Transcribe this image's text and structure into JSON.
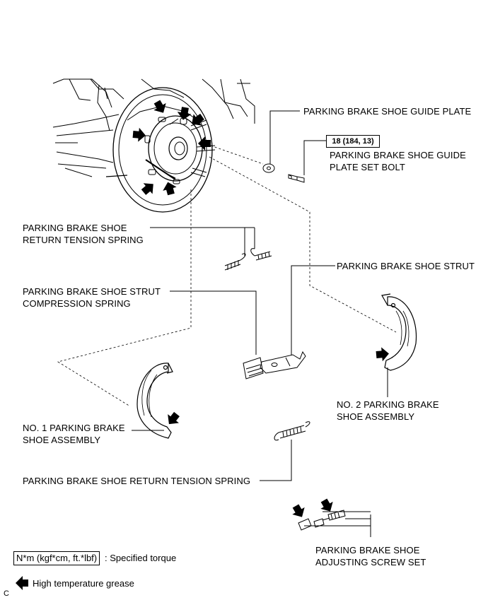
{
  "labels": {
    "guide_plate": "PARKING BRAKE SHOE GUIDE PLATE",
    "torque_value": "18 (184, 13)",
    "guide_plate_bolt_1": "PARKING BRAKE SHOE GUIDE",
    "guide_plate_bolt_2": "PLATE SET BOLT",
    "return_spring_1": "PARKING BRAKE SHOE",
    "return_spring_2": "RETURN TENSION SPRING",
    "strut": "PARKING BRAKE SHOE STRUT",
    "strut_spring_1": "PARKING BRAKE SHOE STRUT",
    "strut_spring_2": "COMPRESSION SPRING",
    "no2_shoe_1": "NO. 2 PARKING BRAKE",
    "no2_shoe_2": "SHOE ASSEMBLY",
    "no1_shoe_1": "NO. 1 PARKING BRAKE",
    "no1_shoe_2": "SHOE ASSEMBLY",
    "return_spring_long": "PARKING BRAKE SHOE RETURN TENSION SPRING",
    "adjusting_screw_1": "PARKING BRAKE SHOE",
    "adjusting_screw_2": "ADJUSTING SCREW SET"
  },
  "legend": {
    "torque_unit": "N*m (kgf*cm, ft.*lbf)",
    "torque_desc": ": Specified torque",
    "grease_desc": "High temperature grease",
    "figure_code": "C"
  }
}
